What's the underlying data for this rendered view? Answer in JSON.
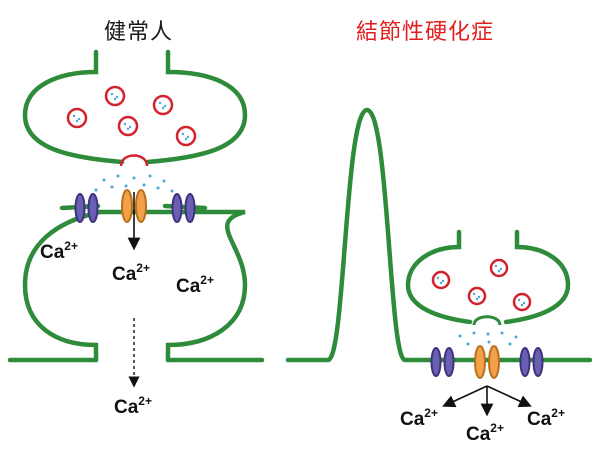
{
  "panels": {
    "healthy": {
      "title": "健常人"
    },
    "tsc": {
      "title": "結節性硬化症"
    }
  },
  "ions": {
    "base": "Ca",
    "charge": "2+"
  },
  "colors": {
    "membrane": "#2e8b3a",
    "vesicle_ring": "#d3222e",
    "neurotransmitter_dots": "#4aa8d8",
    "channel_purple": "#6a5fb3",
    "channel_orange": "#f2a04a",
    "tsc_title": "#e0201e"
  }
}
